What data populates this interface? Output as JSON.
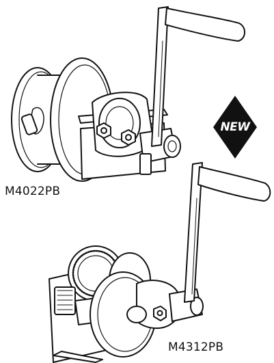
{
  "products": [
    {
      "model": "M4022PB"
    },
    {
      "model": "M4312PB"
    }
  ],
  "badge": {
    "label": "NEW",
    "color": "#111111"
  },
  "icons": {
    "top": "hand-winch-icon",
    "bottom": "geared-hand-winch-icon",
    "badge": "diamond-badge-icon"
  }
}
